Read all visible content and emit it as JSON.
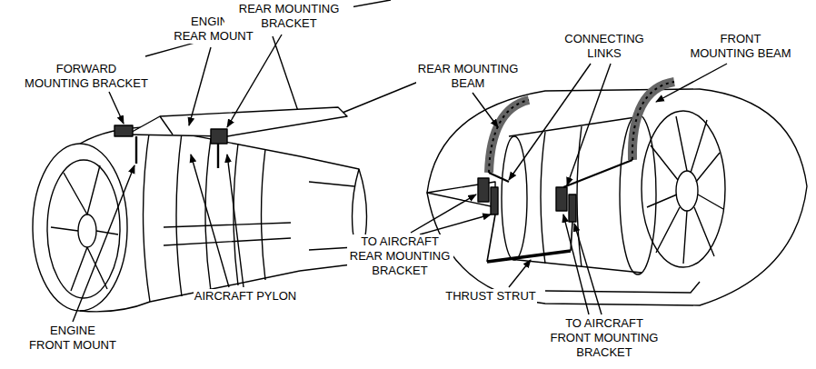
{
  "diagram": {
    "labels": [
      "FORWARD MOUNTING BRACKET",
      "ENGINE REAR MOUNT",
      "REAR MOUNTING BRACKET",
      "AIRCRAFT PYLON",
      "ENGINE FRONT MOUNT",
      "REAR MOUNTING BEAM",
      "CONNECTING LINKS",
      "FRONT MOUNTING BEAM",
      "TO AIRCRAFT REAR MOUNTING BRACKET",
      "THRUST STRUT",
      "TO AIRCRAFT FRONT MOUNTING BRACKET"
    ]
  }
}
